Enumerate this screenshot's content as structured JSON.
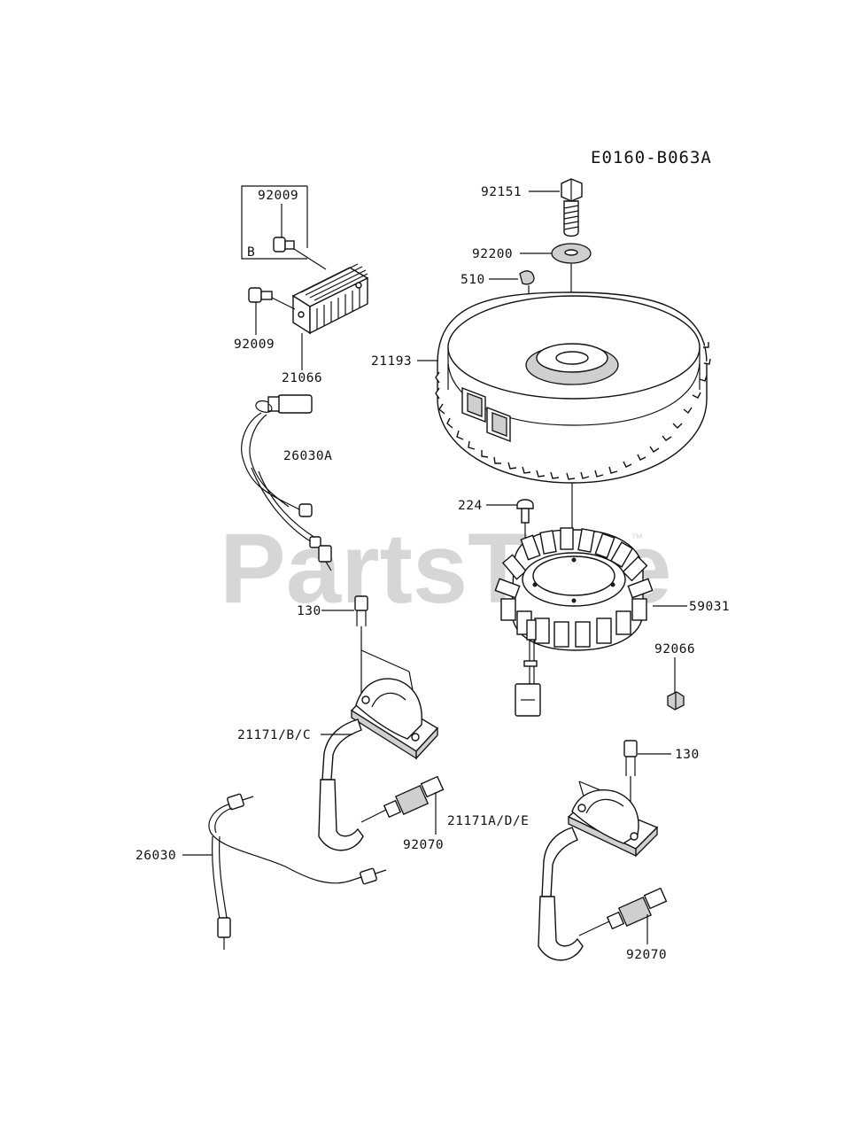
{
  "diagram": {
    "code": "E0160-B063A",
    "watermark": "PartsTree",
    "trademark": "™",
    "group_letter": "B",
    "labels": {
      "p92009_top": "92009",
      "p92009_left": "92009",
      "p21066": "21066",
      "p26030a": "26030A",
      "p130_left": "130",
      "p21171bc": "21171/B/C",
      "p26030": "26030",
      "p92070_left": "92070",
      "p21171ade": "21171A/D/E",
      "p92151": "92151",
      "p92200": "92200",
      "p510": "510",
      "p21193": "21193",
      "p224": "224",
      "p59031": "59031",
      "p92066": "92066",
      "p130_right": "130",
      "p92070_right": "92070"
    }
  }
}
